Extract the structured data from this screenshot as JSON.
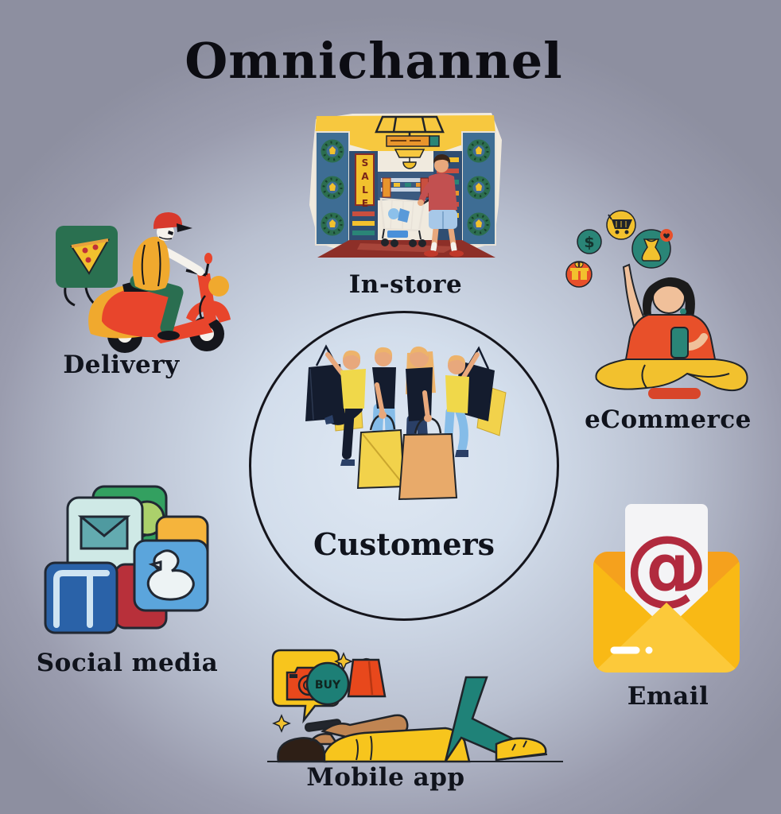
{
  "title": "Omnichannel",
  "center": {
    "label": "Customers"
  },
  "channels": {
    "in_store": {
      "label": "In-store",
      "sale_sign": "SALE"
    },
    "delivery": {
      "label": "Delivery"
    },
    "ecommerce": {
      "label": "eCommerce"
    },
    "social_media": {
      "label": "Social media"
    },
    "email": {
      "label": "Email",
      "at_symbol": "@"
    },
    "mobile_app": {
      "label": "Mobile app",
      "buy_badge": "BUY"
    }
  },
  "colors": {
    "background_center": "#dfe8f3",
    "background_edge": "#8d8fa0",
    "text": "#10131c",
    "accent_red": "#e8502a",
    "accent_yellow": "#f2c12e",
    "accent_teal": "#2a8577",
    "accent_green": "#2a7050",
    "envelope_yellow": "#f9b915",
    "at_red": "#b12a3e"
  }
}
